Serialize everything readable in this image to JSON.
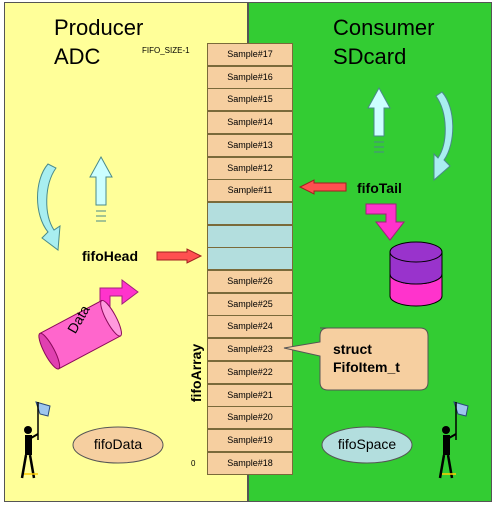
{
  "producer": {
    "title_line1": "Producer",
    "title_line2": "ADC"
  },
  "consumer": {
    "title_line1": "Consumer",
    "title_line2": "SDcard"
  },
  "array": {
    "size_label": "FIFO_SIZE-1",
    "zero_label": "0",
    "name_label": "fifoArray",
    "cells": [
      "Sample#17",
      "Sample#16",
      "Sample#15",
      "Sample#14",
      "Sample#13",
      "Sample#12",
      "Sample#11",
      "",
      "",
      "",
      "Sample#26",
      "Sample#25",
      "Sample#24",
      "Sample#23",
      "Sample#22",
      "Sample#21",
      "Sample#20",
      "Sample#19",
      "Sample#18"
    ]
  },
  "labels": {
    "fifo_head": "fifoHead",
    "fifo_tail": "fifoTail",
    "data_scroll": "Data"
  },
  "callout": {
    "line1": "struct",
    "line2": "FifoItem_t"
  },
  "ovals": {
    "fifo_data": "fifoData",
    "fifo_space": "fifoSpace"
  },
  "colors": {
    "producer_bg": "#ffff99",
    "consumer_bg": "#33cc33",
    "sample_cell": "#f6cfa0",
    "empty_cell": "#b3dede",
    "red_arrow": "#ff5050",
    "magenta": "#ff33cc",
    "cyan_arrow": "#ccffff",
    "oval_fill": "#f6cfa0",
    "oval_space_fill": "#b3dede",
    "scroll_fill": "#ff66cc",
    "callout_fill": "#f6cfa0"
  }
}
